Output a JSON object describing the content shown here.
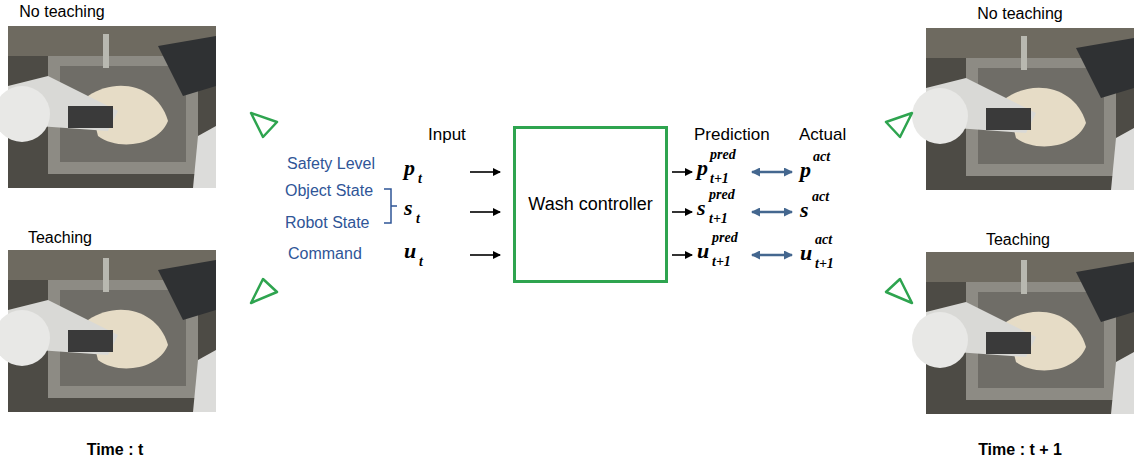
{
  "diagram": {
    "nodes": [
      {
        "text": [
          "Wash controller"
        ]
      }
    ],
    "labels": [
      "No teaching",
      "Teaching",
      "Time : t",
      "Safety Level",
      "Object State",
      "Robot State",
      "Command",
      "Input",
      "p",
      "t",
      "s",
      "t",
      "u",
      "t",
      "Prediction",
      "Actual",
      "p",
      "pred",
      "t+1",
      "s",
      "pred",
      "t+1",
      "u",
      "pred",
      "t+1",
      "p",
      "act",
      "s",
      "act",
      "u",
      "act",
      "t+1",
      "No teaching",
      "Teaching",
      "Time : t + 1"
    ]
  }
}
